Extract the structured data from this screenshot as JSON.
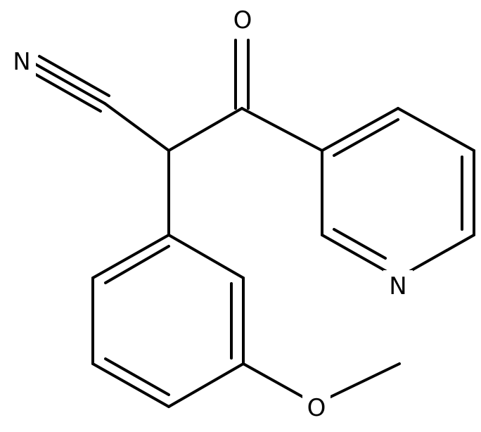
{
  "diagram": {
    "type": "chemical-structure",
    "atom_labels": {
      "nitrile_n": "N",
      "carbonyl_o": "O",
      "pyridine_n": "N",
      "methoxy_o": "O"
    },
    "colors": {
      "bond": "#000000",
      "label": "#000000",
      "background": "#ffffff"
    }
  }
}
